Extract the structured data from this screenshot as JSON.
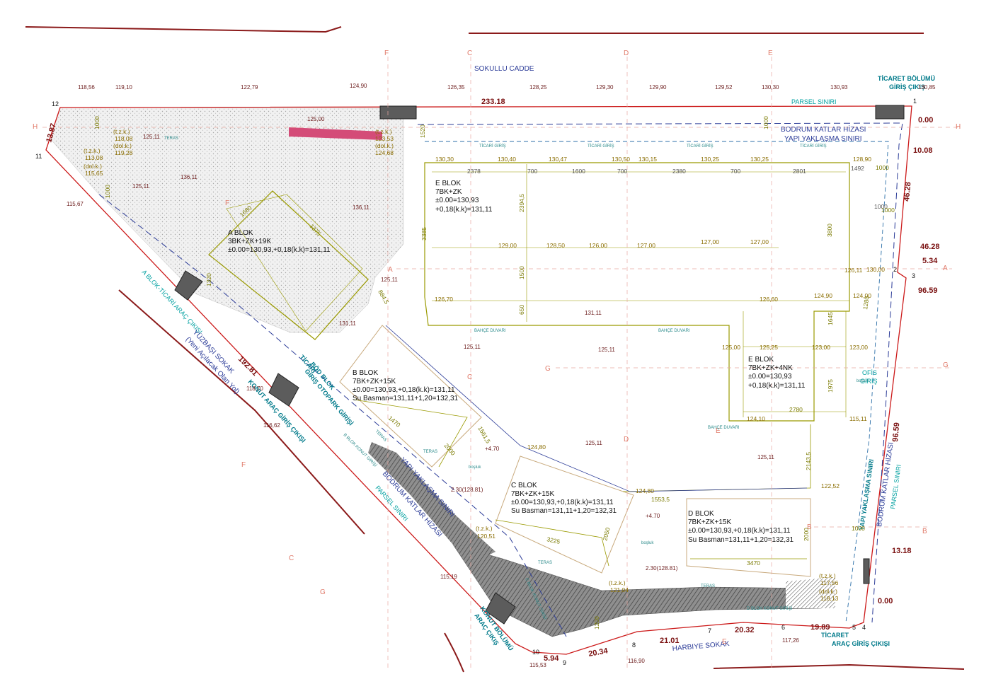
{
  "street_top": "SOKULLU CADDE",
  "street_bottom": "HARBIYE SOKAK",
  "street_left_1": "A BLOK-TİCARİ ARAÇ ÇIKIŞI",
  "street_left_2": "YÜZBAŞI SOKAK",
  "street_left_3": "(Yeni Açılacak Olan Yol)",
  "boundary_labels": {
    "parsel_top": "PARSEL SINIRI",
    "bodrum_top": "BODRUM KATLAR HİZASI",
    "yapi_top": "YAPI YAKLAŞMA SINIRI",
    "yapi_right": "YAPI YAKLAŞMA SINIRI",
    "bodrum_right": "BODRUM KATLAR HİZASI",
    "parsel_right": "PARSEL SINIRI",
    "yapi_left": "YAPI YAKLAŞMA SINIRI",
    "bodrum_left": "BODRUM KATLAR HİZASI",
    "parsel_left": "PARSEL SINIRI"
  },
  "entrances": {
    "ticaret_top_1": "TİCARET BÖLÜMÜ",
    "ticaret_top_2": "GİRİŞ ÇIKIŞ",
    "ticaret_bottom_1": "TİCARET",
    "ticaret_bottom_2": "ARAÇ GİRİŞ ÇIKIŞI",
    "konut_left": "KONUT ARAÇ GİRİŞ ÇIKIŞI",
    "konut_bottom_1": "KONUT BÖLÜMÜ",
    "konut_bottom_2": "ARAÇ ÇIKIŞ",
    "ofis_1": "OFİS",
    "ofis_2": "GİRİŞ",
    "ticari_otopark_1": "TİCARİ",
    "ticari_otopark_2": "BÖD BLOK",
    "ticari_otopark_3": "GİRİŞ OTOPARK GİRİŞİ"
  },
  "blocks": {
    "a": [
      "A BLOK",
      "3BK+ZK+19K",
      "±0.00=130,93,+0,18(k.k)=131,11"
    ],
    "b": [
      "B BLOK",
      "7BK+ZK+15K",
      "±0.00=130,93,+0,18(k.k)=131,11",
      "Su Basman=131,11+1,20=132,31"
    ],
    "c": [
      "C BLOK",
      "7BK+ZK+15K",
      "±0.00=130,93,+0,18(k.k)=131,11",
      "Su Basman=131,11+1,20=132,31"
    ],
    "d": [
      "D BLOK",
      "7BK+ZK+15K",
      "±0.00=130,93,+0,18(k.k)=131,11",
      "Su Basman=131,11+1,20=132,31"
    ],
    "e_top": [
      "E BLOK",
      "7BK+ZK",
      "±0.00=130,93",
      "+0,18(k.k)=131,11"
    ],
    "e_right": [
      "E BLOK",
      "7BK+ZK+4NK",
      "±0.00=130,93",
      "+0,18(k.k)=131,11"
    ]
  },
  "edges": {
    "e1": "233.18",
    "e2": "13.87",
    "e3": "192.81",
    "e4": "5.94",
    "e5": "20.34",
    "e6": "21.01",
    "e7": "20.32",
    "e8": "19.89",
    "e9": "96.59",
    "e10": "13.18",
    "e11": "46.28",
    "e12": "10.08",
    "e13": "0.00",
    "e14": "46.28",
    "e15": "5.34",
    "e16": "96.59",
    "e17": "0.00"
  },
  "corners": [
    "1",
    "2",
    "3",
    "4",
    "5",
    "6",
    "7",
    "8",
    "9",
    "10",
    "11",
    "12"
  ],
  "grid_marks": [
    "F",
    "C",
    "D",
    "E",
    "H",
    "H",
    "A",
    "A",
    "G",
    "G",
    "B",
    "B",
    "C",
    "C",
    "D",
    "E",
    "E",
    "F",
    "G",
    "F"
  ],
  "top_levels": [
    "118,56",
    "119,10",
    "122,79",
    "124,90",
    "126,35",
    "128,25",
    "129,30",
    "129,90",
    "129,52",
    "130,30",
    "130,93",
    "130,85"
  ],
  "dim_top": [
    "2378",
    "700",
    "1600",
    "700",
    "2380",
    "700",
    "2801",
    "1492",
    "1000"
  ],
  "e_levels": [
    "130,30",
    "130,40",
    "130,47",
    "130,50",
    "130,15",
    "130,25",
    "130,25",
    "128,90",
    "129,00",
    "128,50",
    "126,00",
    "127,00",
    "127,00",
    "127,00",
    "130,00",
    "126,70",
    "126,60",
    "124,90",
    "124,00",
    "125,00",
    "125,25",
    "123,00",
    "123,00",
    "124,10",
    "115,11"
  ],
  "site_levels": [
    "125,00",
    "125,11",
    "136,11",
    "125,11",
    "136,11",
    "131,11",
    "131,11",
    "125,11",
    "125,11",
    "125,11",
    "125,11",
    "125,11",
    "115,67",
    "118,70",
    "116,62",
    "115,19",
    "117,26",
    "115,53",
    "116,90",
    "124,80",
    "124,80",
    "122,52",
    "126,11"
  ],
  "tzk_labels": [
    "(t.z.k.)",
    "118,08",
    "(dol.k.)",
    "119,28",
    "(t.z.k.)",
    "113,08",
    "(dol.k.)",
    "115,65",
    "(t.z.k.)",
    "123,53",
    "(dol.k.)",
    "124,68",
    "(t.z.k.)",
    "120,51",
    "(t.z.k.)",
    "121,04",
    "(t.z.k.)",
    "117,56",
    "(dol.k.)",
    "118,13"
  ],
  "misc_dims": [
    "1000",
    "1000",
    "1000",
    "1000",
    "3385",
    "2394,5",
    "1520",
    "1320",
    "650",
    "1500",
    "3800",
    "1645",
    "1975",
    "2780",
    "2143,5",
    "1553,5",
    "2000",
    "3470",
    "3225",
    "2050",
    "1470",
    "2000",
    "1561,5",
    "1280",
    "1375",
    "1680",
    "884,5",
    "1000",
    "1000",
    "1200"
  ],
  "misc_levels": [
    "+4.70",
    "+4.70",
    "2.30(128.81)",
    "2.30(128.81)"
  ],
  "small_labels": [
    "TERAS",
    "TERAS",
    "TERAS",
    "TERAS",
    "TERAS",
    "TİCARİ GİRİŞ",
    "TİCARİ GİRİŞ",
    "TİCARİ GİRİŞ",
    "TİCARİ GİRİŞ",
    "BAHÇE DUVARI",
    "BAHÇE DUVARI",
    "BAHÇE DUVARI",
    "C BLOK KONUT GİRİŞİ",
    "D BLOK KONUT GİRİŞİ",
    "B BLOK KONUT GİRİŞİ",
    "boşluk",
    "boşluk",
    "boşluk"
  ]
}
